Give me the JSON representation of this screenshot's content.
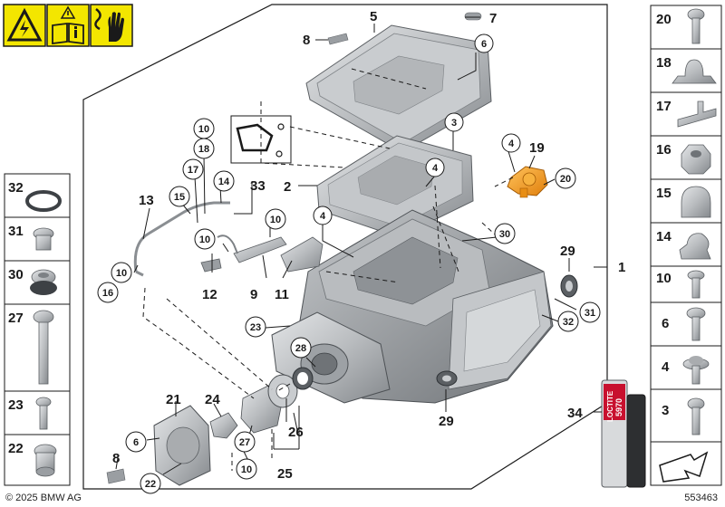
{
  "footer": {
    "copyright": "© 2025 BMW AG",
    "diagram_id": "553463"
  },
  "colors": {
    "warning_yellow": "#f3e600",
    "highlight_orange": "#f39a1e",
    "part_gray": "#b9bcbf",
    "line": "#1a1a1a"
  },
  "warning_icons": [
    "high-voltage-icon",
    "read-manual-icon",
    "no-touch-icon"
  ],
  "plain_labels": [
    {
      "id": "label-1",
      "text": "1"
    },
    {
      "id": "label-2",
      "text": "2"
    },
    {
      "id": "label-5",
      "text": "5"
    },
    {
      "id": "label-7",
      "text": "7"
    },
    {
      "id": "label-8-top",
      "text": "8"
    },
    {
      "id": "label-9",
      "text": "9"
    },
    {
      "id": "label-11",
      "text": "11"
    },
    {
      "id": "label-12",
      "text": "12"
    },
    {
      "id": "label-13",
      "text": "13"
    },
    {
      "id": "label-19",
      "text": "19"
    },
    {
      "id": "label-21",
      "text": "21"
    },
    {
      "id": "label-24",
      "text": "24"
    },
    {
      "id": "label-25",
      "text": "25"
    },
    {
      "id": "label-26",
      "text": "26"
    },
    {
      "id": "label-29-right",
      "text": "29"
    },
    {
      "id": "label-29-bottom",
      "text": "29"
    },
    {
      "id": "label-33",
      "text": "33"
    },
    {
      "id": "label-34",
      "text": "34"
    },
    {
      "id": "label-8-bottom",
      "text": "8"
    }
  ],
  "circle_labels": [
    {
      "id": "callout-6-top",
      "text": "6"
    },
    {
      "id": "callout-3",
      "text": "3"
    },
    {
      "id": "callout-4-cover",
      "text": "4"
    },
    {
      "id": "callout-4-pump",
      "text": "4"
    },
    {
      "id": "callout-4-mid",
      "text": "4"
    },
    {
      "id": "callout-20",
      "text": "20"
    },
    {
      "id": "callout-30",
      "text": "30"
    },
    {
      "id": "callout-10-a",
      "text": "10"
    },
    {
      "id": "callout-18",
      "text": "18"
    },
    {
      "id": "callout-17",
      "text": "17"
    },
    {
      "id": "callout-14",
      "text": "14"
    },
    {
      "id": "callout-15",
      "text": "15"
    },
    {
      "id": "callout-10-b",
      "text": "10"
    },
    {
      "id": "callout-10-c",
      "text": "10"
    },
    {
      "id": "callout-10-d",
      "text": "10"
    },
    {
      "id": "callout-16",
      "text": "16"
    },
    {
      "id": "callout-23",
      "text": "23"
    },
    {
      "id": "callout-28",
      "text": "28"
    },
    {
      "id": "callout-31",
      "text": "31"
    },
    {
      "id": "callout-32",
      "text": "32"
    },
    {
      "id": "callout-6-bottom",
      "text": "6"
    },
    {
      "id": "callout-22",
      "text": "22"
    },
    {
      "id": "callout-27",
      "text": "27"
    },
    {
      "id": "callout-10-e",
      "text": "10"
    }
  ],
  "left_column": [
    {
      "id": "side-32",
      "text": "32",
      "icon": "o-ring-icon"
    },
    {
      "id": "side-31",
      "text": "31",
      "icon": "plug-screw-icon"
    },
    {
      "id": "side-30",
      "text": "30",
      "icon": "plug-seal-icon"
    },
    {
      "id": "side-27",
      "text": "27",
      "icon": "long-bolt-icon"
    },
    {
      "id": "side-23",
      "text": "23",
      "icon": "bolt-icon"
    },
    {
      "id": "side-22",
      "text": "22",
      "icon": "drain-plug-icon"
    }
  ],
  "right_column": [
    {
      "id": "side-20",
      "text": "20",
      "icon": "hex-bolt-icon"
    },
    {
      "id": "side-18",
      "text": "18",
      "icon": "cable-clip-icon"
    },
    {
      "id": "side-17",
      "text": "17",
      "icon": "bracket-clip-icon"
    },
    {
      "id": "side-16",
      "text": "16",
      "icon": "hex-nut-icon"
    },
    {
      "id": "side-15",
      "text": "15",
      "icon": "cap-nut-icon"
    },
    {
      "id": "side-14",
      "text": "14",
      "icon": "clamp-icon"
    },
    {
      "id": "side-10",
      "text": "10",
      "icon": "flange-bolt-icon"
    },
    {
      "id": "side-6",
      "text": "6",
      "icon": "collar-bolt-icon"
    },
    {
      "id": "side-4",
      "text": "4",
      "icon": "washer-bolt-icon"
    },
    {
      "id": "side-3",
      "text": "3",
      "icon": "screw-icon"
    }
  ],
  "adhesive": {
    "brand": "LOCTITE",
    "code": "5970"
  }
}
